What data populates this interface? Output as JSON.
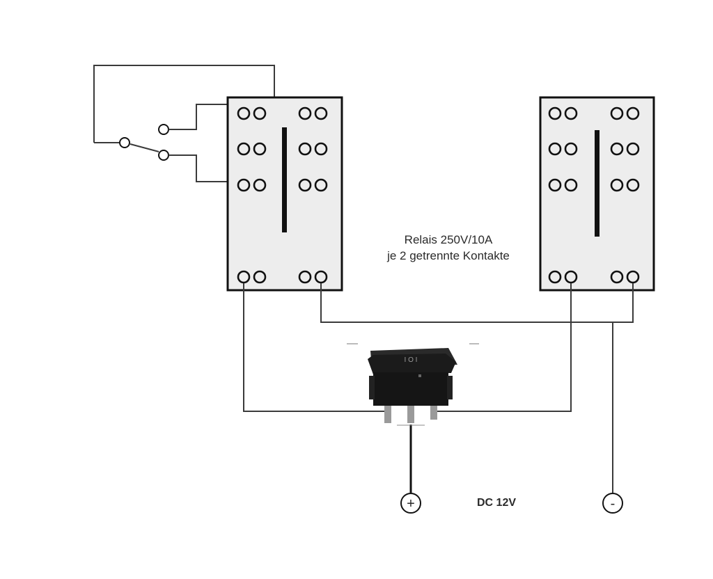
{
  "relay_label": {
    "line1": "Relais 250V/10A",
    "line2": "je 2 getrennte Kontakte"
  },
  "supply_label": "DC 12V",
  "plus_symbol": "+",
  "minus_symbol": "-",
  "components": {
    "left_relay": "relay",
    "right_relay": "relay",
    "rocker_switch": "switch-icon",
    "changeover_switch": "switch-icon"
  },
  "colors": {
    "outline": "#111111",
    "relay_fill": "#ededed",
    "wire": "#3a3a3a",
    "switch_body": "#1b1b1b"
  }
}
